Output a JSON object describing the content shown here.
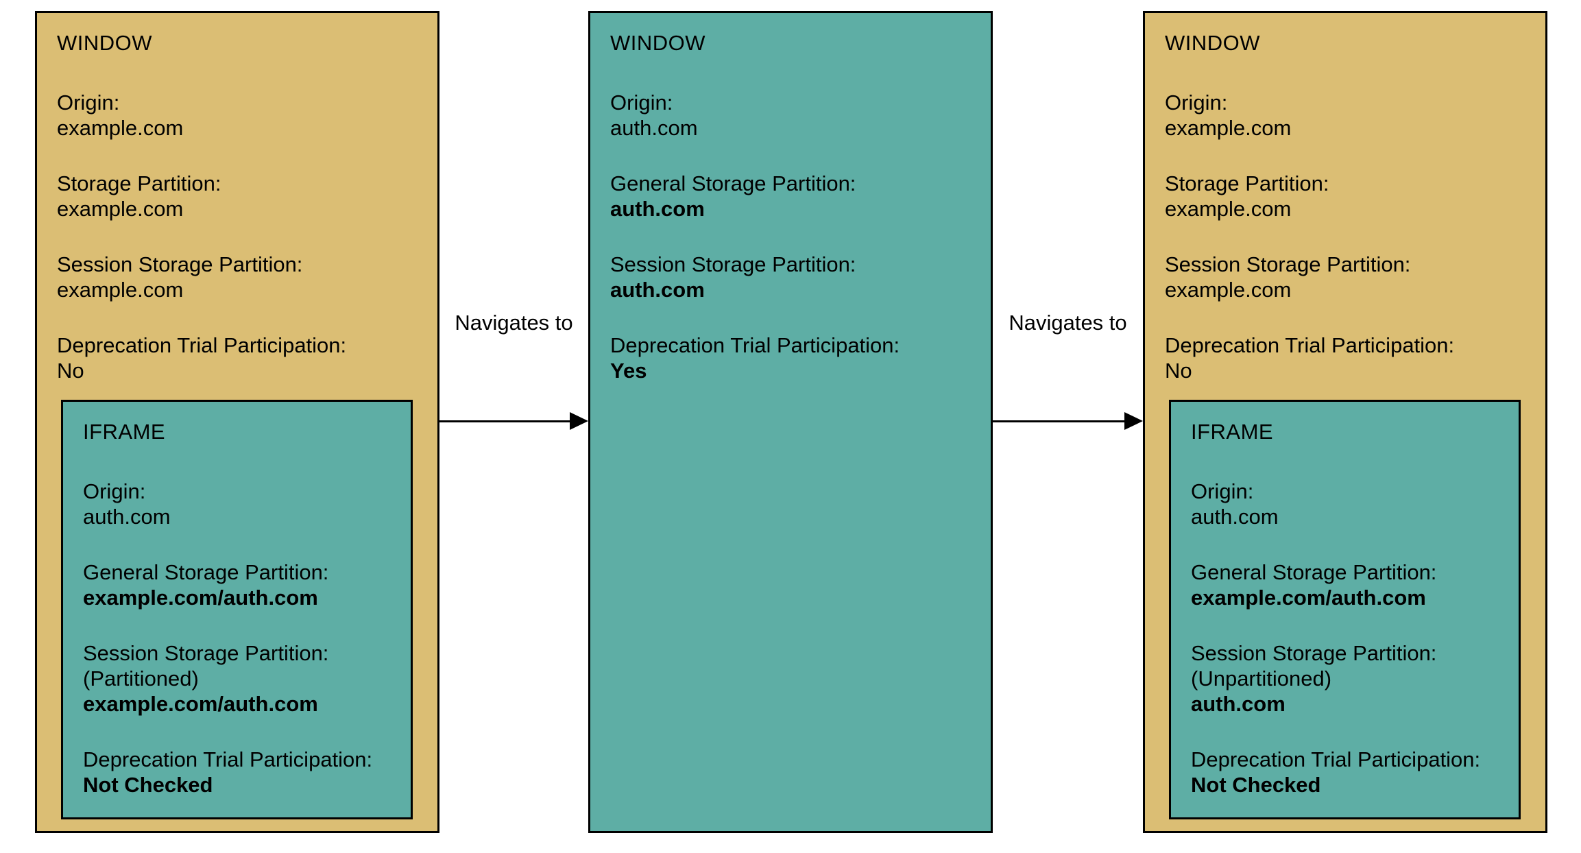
{
  "diagram": {
    "colors": {
      "tan": "#DBBE74",
      "teal": "#5EAEA5",
      "border": "#000000",
      "text": "#000000",
      "background": "#FFFFFF"
    },
    "columns": [
      {
        "kind": "window",
        "fill": "tan",
        "title": "WINDOW",
        "fields": [
          {
            "label": "Origin:",
            "lines": [
              {
                "text": "example.com",
                "bold": false
              }
            ]
          },
          {
            "label": "Storage Partition:",
            "lines": [
              {
                "text": "example.com",
                "bold": false
              }
            ]
          },
          {
            "label": "Session Storage Partition:",
            "lines": [
              {
                "text": "example.com",
                "bold": false
              }
            ]
          },
          {
            "label": "Deprecation Trial Participation:",
            "lines": [
              {
                "text": "No",
                "bold": false
              }
            ]
          }
        ],
        "iframe": {
          "title": "IFRAME",
          "fill": "teal",
          "fields": [
            {
              "label": "Origin:",
              "lines": [
                {
                  "text": "auth.com",
                  "bold": false
                }
              ]
            },
            {
              "label": "General Storage Partition:",
              "lines": [
                {
                  "text": "example.com/auth.com",
                  "bold": true
                }
              ]
            },
            {
              "label": "Session Storage Partition:",
              "lines": [
                {
                  "text": "(Partitioned)",
                  "bold": false
                },
                {
                  "text": "example.com/auth.com",
                  "bold": true
                }
              ]
            },
            {
              "label": "Deprecation Trial Participation:",
              "lines": [
                {
                  "text": "Not Checked",
                  "bold": true
                }
              ]
            }
          ]
        }
      },
      {
        "kind": "window",
        "fill": "teal",
        "title": "WINDOW",
        "fields": [
          {
            "label": "Origin:",
            "lines": [
              {
                "text": "auth.com",
                "bold": false
              }
            ]
          },
          {
            "label": "General Storage Partition:",
            "lines": [
              {
                "text": "auth.com",
                "bold": true
              }
            ]
          },
          {
            "label": "Session Storage Partition:",
            "lines": [
              {
                "text": "auth.com",
                "bold": true
              }
            ]
          },
          {
            "label": "Deprecation Trial Participation:",
            "lines": [
              {
                "text": "Yes",
                "bold": true
              }
            ]
          }
        ],
        "iframe": null
      },
      {
        "kind": "window",
        "fill": "tan",
        "title": "WINDOW",
        "fields": [
          {
            "label": "Origin:",
            "lines": [
              {
                "text": "example.com",
                "bold": false
              }
            ]
          },
          {
            "label": "Storage Partition:",
            "lines": [
              {
                "text": "example.com",
                "bold": false
              }
            ]
          },
          {
            "label": "Session Storage Partition:",
            "lines": [
              {
                "text": "example.com",
                "bold": false
              }
            ]
          },
          {
            "label": "Deprecation Trial Participation:",
            "lines": [
              {
                "text": "No",
                "bold": false
              }
            ]
          }
        ],
        "iframe": {
          "title": "IFRAME",
          "fill": "teal",
          "fields": [
            {
              "label": "Origin:",
              "lines": [
                {
                  "text": "auth.com",
                  "bold": false
                }
              ]
            },
            {
              "label": "General Storage Partition:",
              "lines": [
                {
                  "text": "example.com/auth.com",
                  "bold": true
                }
              ]
            },
            {
              "label": "Session Storage Partition:",
              "lines": [
                {
                  "text": "(Unpartitioned)",
                  "bold": false
                },
                {
                  "text": "auth.com",
                  "bold": true
                }
              ]
            },
            {
              "label": "Deprecation Trial Participation:",
              "lines": [
                {
                  "text": "Not Checked",
                  "bold": true
                }
              ]
            }
          ]
        }
      }
    ],
    "arrows": [
      {
        "label": "Navigates to"
      },
      {
        "label": "Navigates to"
      }
    ]
  }
}
